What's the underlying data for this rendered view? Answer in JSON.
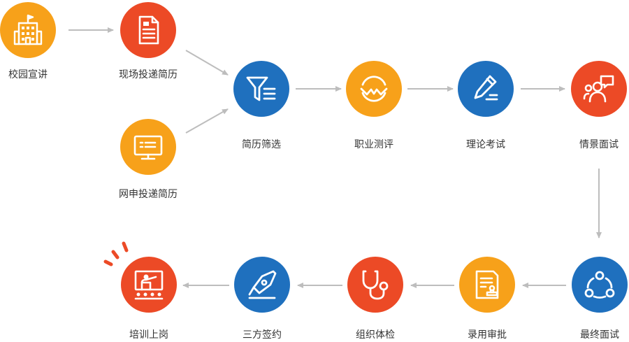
{
  "colors": {
    "orange": "#f7a11a",
    "red": "#ec4a26",
    "blue": "#1f70be",
    "arrow": "#bdbdbd"
  },
  "steps": [
    {
      "label": "校园宣讲",
      "color": "orange",
      "icon": "school-building-icon"
    },
    {
      "label": "现场投递简历",
      "color": "red",
      "icon": "resume-document-icon"
    },
    {
      "label": "网申投递简历",
      "color": "orange",
      "icon": "computer-monitor-icon"
    },
    {
      "label": "简历筛选",
      "color": "blue",
      "icon": "funnel-filter-icon"
    },
    {
      "label": "职业测评",
      "color": "orange",
      "icon": "crown-assessment-icon"
    },
    {
      "label": "理论考试",
      "color": "blue",
      "icon": "pen-exam-icon"
    },
    {
      "label": "情景面试",
      "color": "red",
      "icon": "group-chat-icon"
    },
    {
      "label": "最终面试",
      "color": "blue",
      "icon": "network-nodes-icon"
    },
    {
      "label": "录用审批",
      "color": "orange",
      "icon": "stamped-document-icon"
    },
    {
      "label": "组织体检",
      "color": "red",
      "icon": "stethoscope-icon"
    },
    {
      "label": "三方签约",
      "color": "blue",
      "icon": "signing-pen-icon"
    },
    {
      "label": "培训上岗",
      "color": "red",
      "icon": "training-presenter-icon"
    }
  ]
}
